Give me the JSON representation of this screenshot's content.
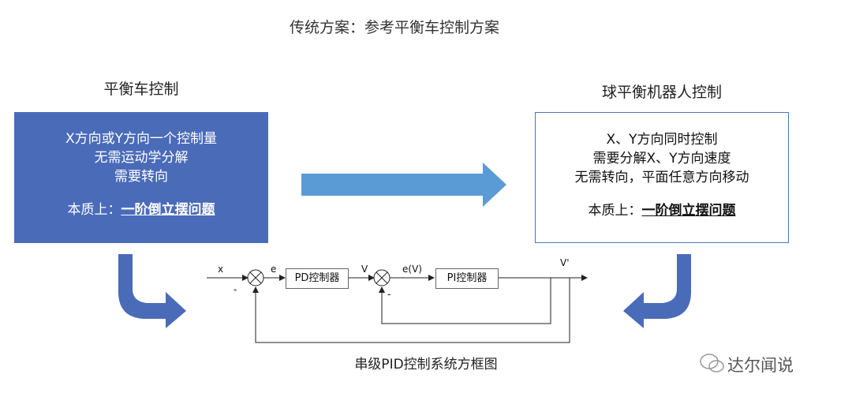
{
  "title": "传统方案：参考平衡车控制方案",
  "left": {
    "heading": "平衡车控制",
    "lines": [
      "X方向或Y方向一个控制量",
      "无需运动学分解",
      "需要转向"
    ],
    "essence_prefix": "本质上：",
    "essence_value": "一阶倒立摆问题"
  },
  "right": {
    "heading": "球平衡机器人控制",
    "lines": [
      "X、Y方向同时控制",
      "需要分解X、Y方向速度",
      "无需转向，平面任意方向移动"
    ],
    "essence_prefix": "本质上：",
    "essence_value": "一阶倒立摆问题"
  },
  "block_diagram": {
    "input": "x",
    "error1": "e",
    "block1": "PD控制器",
    "mid": "V",
    "error2": "e(V)",
    "block2": "PI控制器",
    "output": "V'",
    "minus1": "-",
    "minus2": "-",
    "caption": "串级PID控制系统方框图"
  },
  "watermark": "达尔闻说",
  "colors": {
    "box_fill": "#4a6bb8",
    "arrow_fill": "#5b9bd5",
    "curved_arrow": "#4a6bb8"
  }
}
